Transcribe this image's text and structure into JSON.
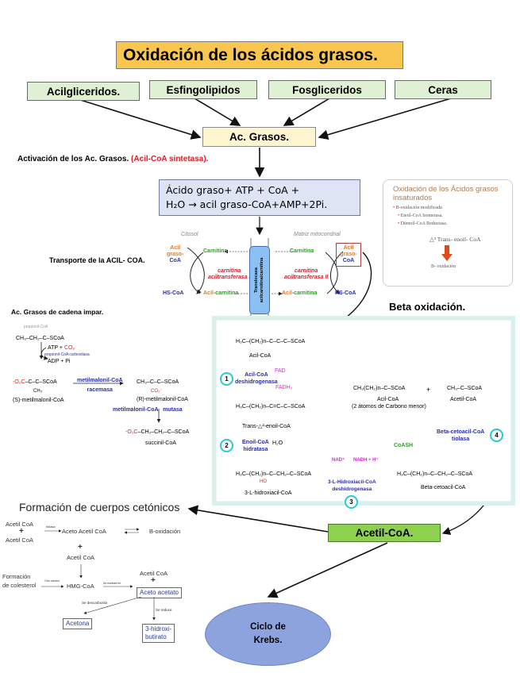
{
  "title": "Oxidación de los ácidos grasos.",
  "sources": [
    "Acilgliceridos.",
    "Esfingolipidos",
    "Fosgliceridos",
    "Ceras"
  ],
  "ac_grasos": "Ac. Grasos.",
  "activation": {
    "label": "Activación de los Ac. Grasos.",
    "enzyme": "(Acil-CoA sintetasa)."
  },
  "equation": {
    "line1": "Ácido graso+  ATP + CoA +",
    "line2": "H₂O → acil graso-CoA+AMP+2Pi."
  },
  "unsaturated_slide": {
    "title": "Oxidación de los Ácidos grasos insaturados",
    "bullets": [
      "B-oxidación modificada",
      "Enoil-CoA Isomerasa.",
      "Dienoil-CoA Reductasa."
    ],
    "delta": "△³ Trans- enoil- CoA",
    "result": "B- oxidación"
  },
  "transport": {
    "label": "Transporte de la ACIL- COA.",
    "cytosol": "Citosol",
    "matrix": "Matriz mitocondrial",
    "acil_graso_coa": "Acil graso-CoA",
    "acil": "Acil",
    "graso": "graso-",
    "coa": "CoA",
    "carnitina": "Carnitina",
    "hs_coa": "HS-CoA",
    "acil_carnitina_acil": "Acil",
    "acil_carnitina_rest": "-carnitina",
    "cat1_line1": "carnitina",
    "cat1_line2": "aciltransferasa I",
    "cat2_line1": "carnitina",
    "cat2_line2": "aciltransferasa II",
    "translocase_line1": "Translocasa",
    "translocase_line2": "acilcarnitina/carnitina"
  },
  "odd_chain": {
    "title": "Ac. Grasos de cadena impar.",
    "propionyl": "propionil-CoA",
    "propionyl_struct": "CH₃–CH₂–C–SCoA",
    "atp_co2": "ATP + ",
    "co2": "CO₂",
    "carboxylase": "propionil-CoA carboxilasa",
    "adp_pi": "ADP + Pi",
    "s_struct_red": "-O₂C",
    "s_struct": "–C–C–SCoA",
    "s_ch3": "CH₃",
    "s_name": "(S)-metilmalonil-CoA",
    "racemase_line1": "metilmalonil-CoA",
    "racemase_line2": "racemasa",
    "r_struct": "CH₃–C–C–SCoA",
    "r_co2": "CO₂⁻",
    "r_name": "(R)-metilmalonil-CoA",
    "mutase_left": "metilmalonil-CoA",
    "mutase_right": "mutasa",
    "succ_red": "-O₂C",
    "succ_struct": "–CH₂–CH₂–C–SCoA",
    "succ_name": "succinil-CoA"
  },
  "beta": {
    "title": "Beta oxidación.",
    "acil_coa_struct": "H₃C–(CH₂)n–C–C–C–SCoA",
    "acil_coa": "Acil-CoA",
    "step1": "1",
    "enzyme1_line1": "Acil-CoA",
    "enzyme1_line2": "deshidrogenasa",
    "fad": "FAD",
    "fadh2": "FADH₂",
    "trans_struct": "H₃C–(CH₂)n–C=C–C–SCoA",
    "trans_name": "Trans-△²-enoil-CoA",
    "step2": "2",
    "enzyme2_line1": "Enoil-CoA",
    "enzyme2_line2": "hidratasa",
    "h2o": "H₂O",
    "hydroxy_struct": "H₃C–(CH₂)n–C–CH₂–C–SCoA",
    "hydroxy_ho": "HO",
    "hydroxy_name": "3-L-hidroxiacil-CoA",
    "nad": "NAD⁺",
    "nadh": "NADH + H⁺",
    "enzyme3_line1": "3-L-Hidroxiacil-CoA",
    "enzyme3_line2": "deshidrogenasa",
    "step3": "3",
    "keto_struct": "H₃C–(CH₂)n–C–CH₂–C–SCoA",
    "keto_name": "Beta-cetoacil-CoA",
    "coash": "CoASH",
    "enzyme4_line1": "Beta-cetoacil-CoA",
    "enzyme4_line2": "tiolasa",
    "step4": "4",
    "prod_acil_struct": "CH₃(CH₂)n–C–SCoA",
    "prod_acil_name": "Acil-CoA",
    "prod_acil_note": "(2 átomos de Carbono menor)",
    "plus": "+",
    "prod_acetil_struct": "CH₃–C–SCoA",
    "prod_acetil_name": "Acetil-CoA"
  },
  "acetil_coa": "Acetil-CoA.",
  "krebs": {
    "line1": "Ciclo de",
    "line2": "Krebs."
  },
  "ketone": {
    "title": "Formación de cuerpos cetónicos",
    "acetil1": "Acetil CoA",
    "plus": "+",
    "acetil2": "Acetil CoA",
    "tiolasa": "tiolasa",
    "aceto_acetil": "Aceto Acetil CoA",
    "b_oxidacion": "B-oxidación",
    "acetil3": "Acetil CoA",
    "formacion": "Formación",
    "de_colesterol": "de colesterol",
    "otro_camino": "Otro camino",
    "hmg": "HMG-CoA",
    "se_escinde": "Se escinde en",
    "acetil4": "Acetil CoA",
    "aceto_acetato": "Aceto acetato",
    "se_descarboxila": "Se descarboxila",
    "se_reduce": "Se reduce",
    "acetona": "Acetona",
    "hidroxi_line1": "3-hidroxi-",
    "hidroxi_line2": "butirato"
  },
  "colors": {
    "title_bg": "#f9c74f",
    "source_bg": "#dff0d4",
    "grasos_bg": "#fdf4d0",
    "acetil_bg": "#8fd14f",
    "krebs_bg": "#8da3dd",
    "enzyme_blue": "#2a2ea0",
    "accent_red": "#d6202c",
    "green": "#2f9a2b",
    "orange": "#e07a2a",
    "magenta": "#d62ad6",
    "step_cyan": "#29c9d6"
  }
}
